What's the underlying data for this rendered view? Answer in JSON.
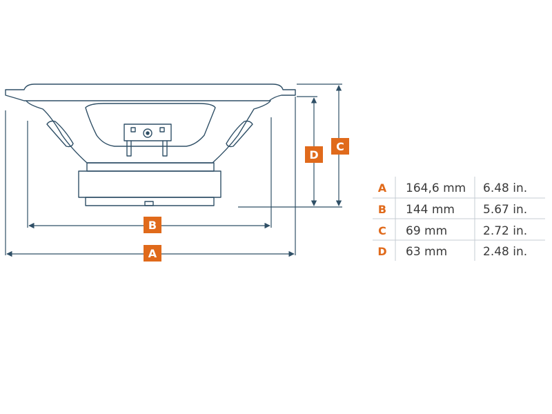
{
  "accent_color": "#e06a1b",
  "line_color": "#2f4f66",
  "dimensions": {
    "A": {
      "letter": "A",
      "mm": "164,6 mm",
      "in": "6.48 in."
    },
    "B": {
      "letter": "B",
      "mm": "144 mm",
      "in": "5.67 in."
    },
    "C": {
      "letter": "C",
      "mm": "69 mm",
      "in": "2.72 in."
    },
    "D": {
      "letter": "D",
      "mm": "63 mm",
      "in": "2.48 in."
    }
  },
  "table": {
    "rows": [
      {
        "letter": "A",
        "mm": "164,6 mm",
        "in": "6.48 in."
      },
      {
        "letter": "B",
        "mm": "144 mm",
        "in": "5.67 in."
      },
      {
        "letter": "C",
        "mm": "69 mm",
        "in": "2.72 in."
      },
      {
        "letter": "D",
        "mm": "63 mm",
        "in": "2.48 in."
      }
    ]
  }
}
